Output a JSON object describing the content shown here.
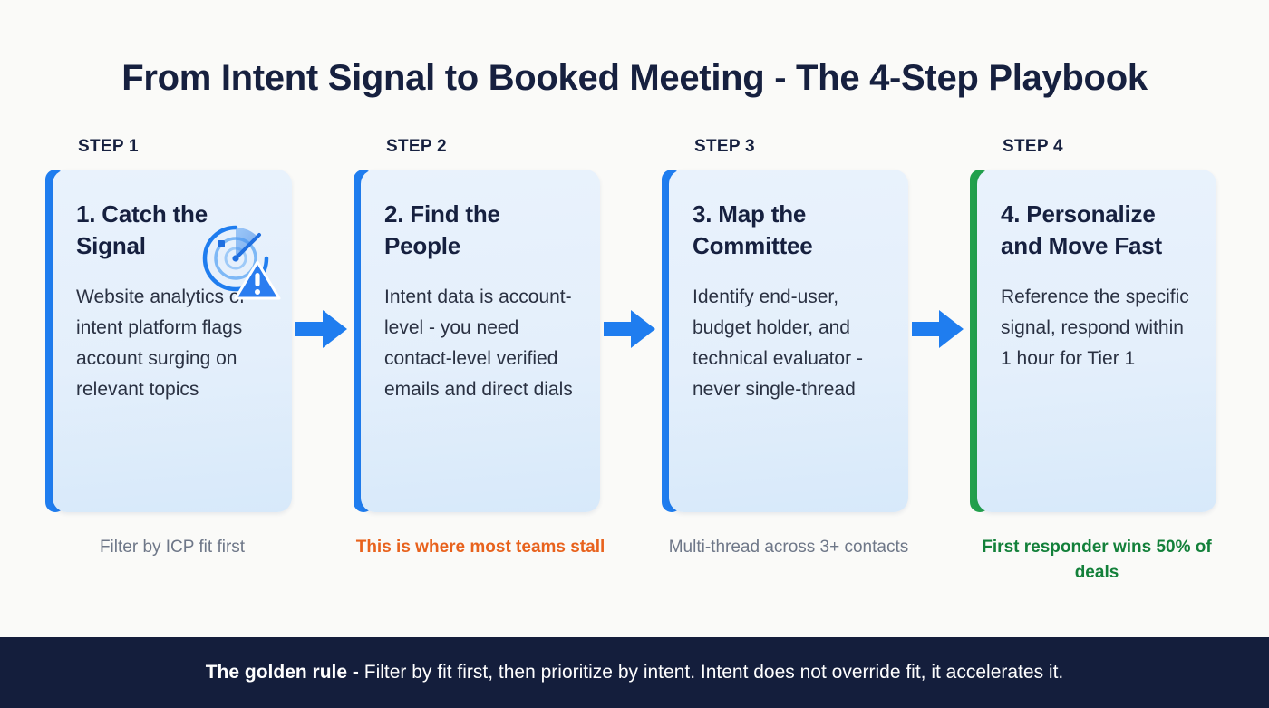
{
  "title": "From Intent Signal to Booked Meeting - The 4-Step Playbook",
  "colors": {
    "page_background": "#FAFAF8",
    "title": "#16203F",
    "card_background": "#E4EFFB",
    "accent_blue": "#1F7DEF",
    "accent_green": "#22A04C",
    "arrow_blue": "#1F7DEF",
    "caption_muted": "#6E7788",
    "caption_warning": "#E8621D",
    "caption_success": "#13803A",
    "footer_background": "#141E3C",
    "footer_text": "#FFFFFF"
  },
  "steps": [
    {
      "step_label": "STEP 1",
      "card_title": "1. Catch the Signal",
      "card_body": "Website analytics or intent platform flags account surging on relevant topics",
      "accent_color": "#1F7DEF",
      "icon": "radar-alert-icon",
      "has_icon": true,
      "caption": "Filter by ICP fit first",
      "caption_style": "muted"
    },
    {
      "step_label": "STEP 2",
      "card_title": "2. Find the People",
      "card_body": "Intent data is account-level - you need contact-level verified emails and direct dials",
      "accent_color": "#1F7DEF",
      "has_icon": false,
      "caption": "This is where most teams stall",
      "caption_style": "warn"
    },
    {
      "step_label": "STEP 3",
      "card_title": "3. Map the Committee",
      "card_body": "Identify end-user, budget holder, and technical evaluator - never single-thread",
      "accent_color": "#1F7DEF",
      "has_icon": false,
      "caption": "Multi-thread across 3+ contacts",
      "caption_style": "muted"
    },
    {
      "step_label": "STEP 4",
      "card_title": "4. Personalize and Move Fast",
      "card_body": "Reference the specific signal, respond within 1 hour for Tier 1",
      "accent_color": "#22A04C",
      "has_icon": false,
      "caption": "First responder wins 50% of deals",
      "caption_style": "good"
    }
  ],
  "connectors": [
    {
      "name": "arrow-step1-to-step2",
      "icon": "arrow-right-icon"
    },
    {
      "name": "arrow-step2-to-step3",
      "icon": "arrow-right-icon"
    },
    {
      "name": "arrow-step3-to-step4",
      "icon": "arrow-right-icon"
    }
  ],
  "footer": {
    "lead": "The golden rule -",
    "rest": " Filter by fit first, then prioritize by intent. Intent does not override fit, it accelerates it."
  }
}
